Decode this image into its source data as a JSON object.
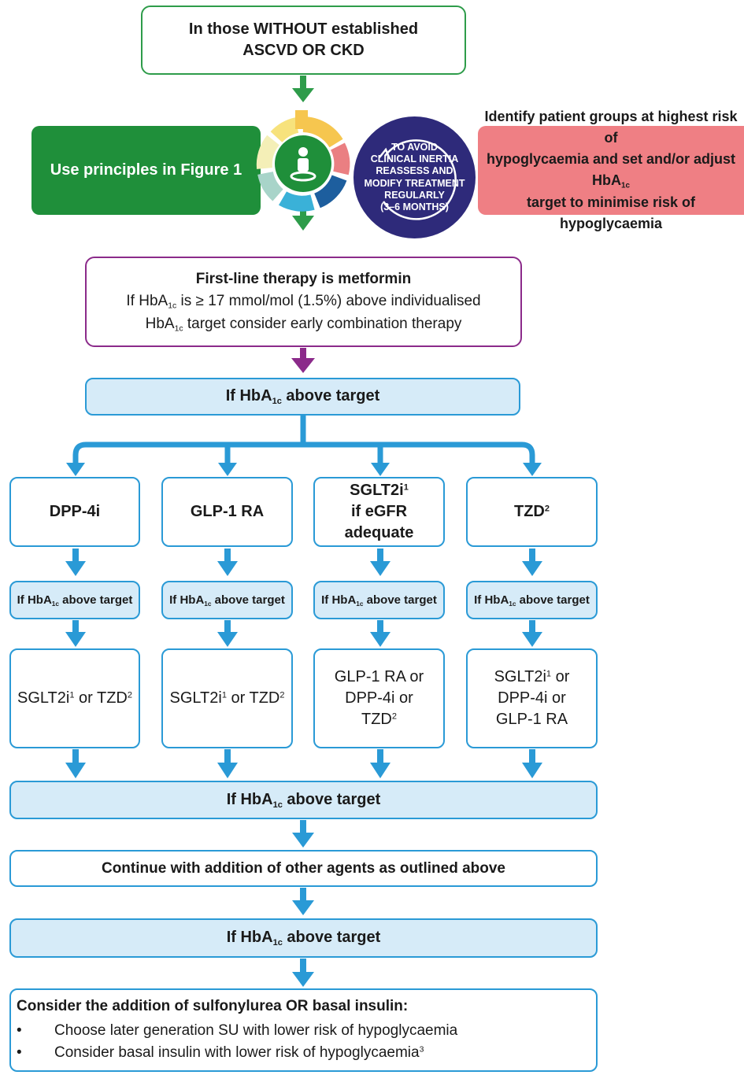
{
  "colors": {
    "green": "#2e9c4a",
    "dark_green": "#1f8f3a",
    "purple": "#8b2a8a",
    "blue": "#2a9ad6",
    "light_blue": "#d6ebf8",
    "salmon": "#ef7f84",
    "navy": "#2e2a7a"
  },
  "top_box": {
    "line1": "In those WITHOUT established",
    "line2": "ASCVD OR CKD"
  },
  "principles": {
    "label": "Use principles in Figure 1"
  },
  "cycle_icon": "patient-cycle-icon",
  "inertia_circle": {
    "line1": "TO AVOID",
    "line2": "CLINICAL INERTIA",
    "line3": "REASSESS AND",
    "line4": "MODIFY TREATMENT",
    "line5": "REGULARLY",
    "line6": "(3–6 MONTHS)"
  },
  "hypo_box": {
    "line1": "Identify patient groups at highest risk of",
    "line2a": "hypoglycaemia and set and/or adjust HbA",
    "line2sub": "1c",
    "line3": "target to minimise risk of hypoglycaemia"
  },
  "metformin_box": {
    "title": "First-line therapy is metformin",
    "l2a": "If HbA",
    "l2sub": "1c",
    "l2b": " is ≥ 17 mmol/mol (1.5%) above individualised",
    "l3a": "HbA",
    "l3sub": "1c",
    "l3b": " target consider early combination therapy"
  },
  "above_target": {
    "prefix": "If HbA",
    "sub": "1c",
    "suffix": " above target"
  },
  "columns": [
    {
      "drug": "DPP-4i",
      "drug_sup": "",
      "drug_line2": "",
      "next": [
        {
          "t": "SGLT2i",
          "s": "1"
        },
        {
          "t": " or TZD",
          "s": "2"
        }
      ]
    },
    {
      "drug": "GLP-1 RA",
      "drug_sup": "",
      "drug_line2": "",
      "next": [
        {
          "t": "SGLT2i",
          "s": "1"
        },
        {
          "t": " or TZD",
          "s": "2"
        }
      ]
    },
    {
      "drug": "SGLT2i",
      "drug_sup": "1",
      "drug_line2": "if eGFR adequate",
      "next_lines": [
        "GLP-1 RA or",
        "DPP-4i or"
      ],
      "next_last": {
        "t": "TZD",
        "s": "2"
      }
    },
    {
      "drug": "TZD",
      "drug_sup": "2",
      "drug_line2": "",
      "next_first": {
        "t": "SGLT2i",
        "s": "1",
        "after": " or"
      },
      "next_lines": [
        "DPP-4i or",
        "GLP-1 RA"
      ]
    }
  ],
  "continue_box": {
    "text": "Continue with addition of other agents as outlined above"
  },
  "final_box": {
    "title_a": "Consider the addition of sulfonylurea ",
    "title_b": "OR",
    "title_c": " basal insulin:",
    "bullet1": "Choose later generation SU with lower risk of hypoglycaemia",
    "bullet2": "Consider basal insulin with lower risk of hypoglycaemia",
    "bullet2_sup": "3"
  }
}
